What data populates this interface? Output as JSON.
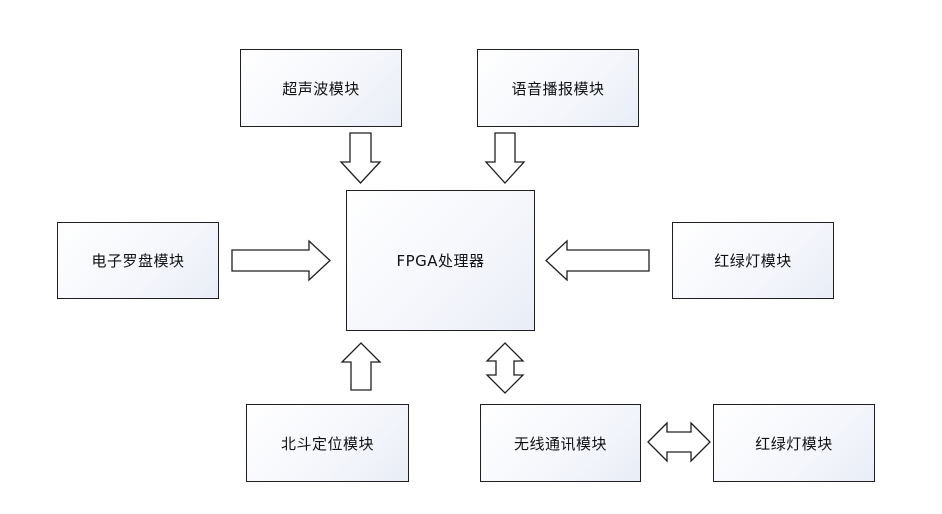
{
  "diagram": {
    "nodes": {
      "ultrasonic": "超声波模块",
      "voice": "语音播报模块",
      "compass": "电子罗盘模块",
      "fpga": "FPGA处理器",
      "traffic_light_1": "红绿灯模块",
      "beidou": "北斗定位模块",
      "wireless": "无线通讯模块",
      "traffic_light_2": "红绿灯模块"
    },
    "edges": [
      {
        "from": "ultrasonic",
        "to": "fpga",
        "direction": "one-way"
      },
      {
        "from": "voice",
        "to": "fpga",
        "direction": "one-way"
      },
      {
        "from": "compass",
        "to": "fpga",
        "direction": "one-way"
      },
      {
        "from": "traffic_light_1",
        "to": "fpga",
        "direction": "one-way"
      },
      {
        "from": "beidou",
        "to": "fpga",
        "direction": "one-way"
      },
      {
        "from": "fpga",
        "to": "wireless",
        "direction": "two-way"
      },
      {
        "from": "wireless",
        "to": "traffic_light_2",
        "direction": "two-way"
      }
    ]
  }
}
